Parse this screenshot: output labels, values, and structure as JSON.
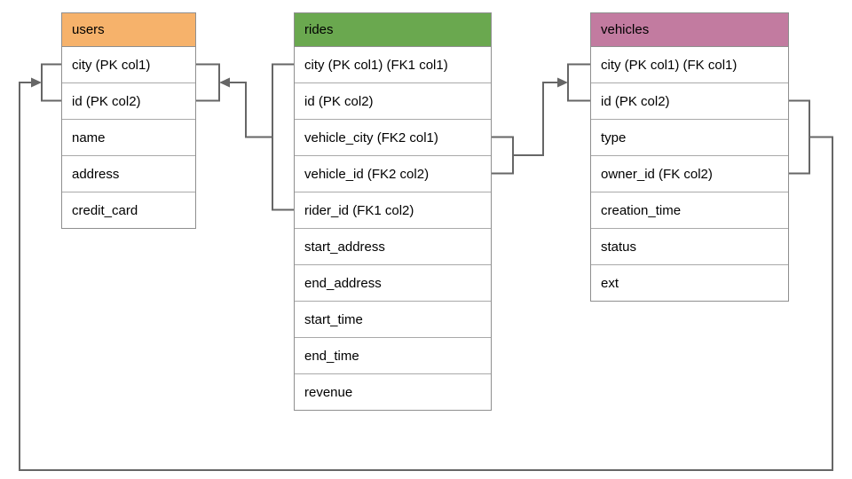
{
  "diagram": {
    "colors": {
      "connector": "#666666",
      "table_border": "#8f8f8f",
      "row_divider": "#a9a9a9",
      "text": "#000000"
    },
    "tables": [
      {
        "id": "users",
        "title": "users",
        "header_color": "#f6b26b",
        "columns": [
          "city (PK col1)",
          "id (PK col2)",
          "name",
          "address",
          "credit_card"
        ]
      },
      {
        "id": "rides",
        "title": "rides",
        "header_color": "#6aa84f",
        "columns": [
          "city (PK col1) (FK1 col1)",
          "id (PK col2)",
          "vehicle_city (FK2 col1)",
          "vehicle_id (FK2 col2)",
          "rider_id (FK1 col2)",
          "start_address",
          "end_address",
          "start_time",
          "end_time",
          "revenue"
        ]
      },
      {
        "id": "vehicles",
        "title": "vehicles",
        "header_color": "#c27ba0",
        "columns": [
          "city (PK col1) (FK col1)",
          "id (PK col2)",
          "type",
          "owner_id (FK col2)",
          "creation_time",
          "status",
          "ext"
        ]
      }
    ],
    "relationships": [
      {
        "name": "rides FK1 to users",
        "from_table": "rides",
        "from_rows": [
          "city (PK col1) (FK1 col1)",
          "rider_id (FK1 col2)"
        ],
        "to_table": "users",
        "to_rows": [
          "city (PK col1)",
          "id (PK col2)"
        ]
      },
      {
        "name": "rides FK2 to vehicles",
        "from_table": "rides",
        "from_rows": [
          "vehicle_city (FK2 col1)",
          "vehicle_id (FK2 col2)"
        ],
        "to_table": "vehicles",
        "to_rows": [
          "city (PK col1) (FK col1)",
          "id (PK col2)"
        ]
      },
      {
        "name": "vehicles FK to users",
        "from_table": "vehicles",
        "from_rows": [
          "id (PK col2)",
          "owner_id (FK col2)"
        ],
        "to_table": "users",
        "to_rows": [
          "city (PK col1)",
          "id (PK col2)"
        ]
      }
    ]
  }
}
